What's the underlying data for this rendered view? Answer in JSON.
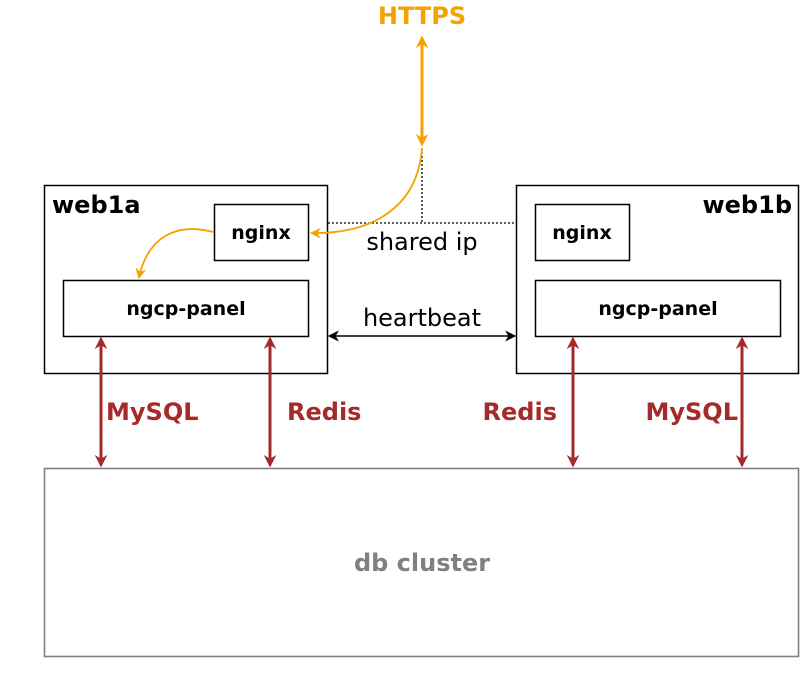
{
  "colors": {
    "https": "#f5a200",
    "db_link": "#a52a2a",
    "db_cluster": "#808080",
    "box": "#000000"
  },
  "labels": {
    "https": "HTTPS",
    "shared_ip": "shared ip",
    "heartbeat": "heartbeat",
    "db_cluster": "db cluster"
  },
  "web1a": {
    "title": "web1a",
    "nginx": "nginx",
    "panel": "ngcp-panel",
    "mysql": "MySQL",
    "redis": "Redis"
  },
  "web1b": {
    "title": "web1b",
    "nginx": "nginx",
    "panel": "ngcp-panel",
    "mysql": "MySQL",
    "redis": "Redis"
  }
}
